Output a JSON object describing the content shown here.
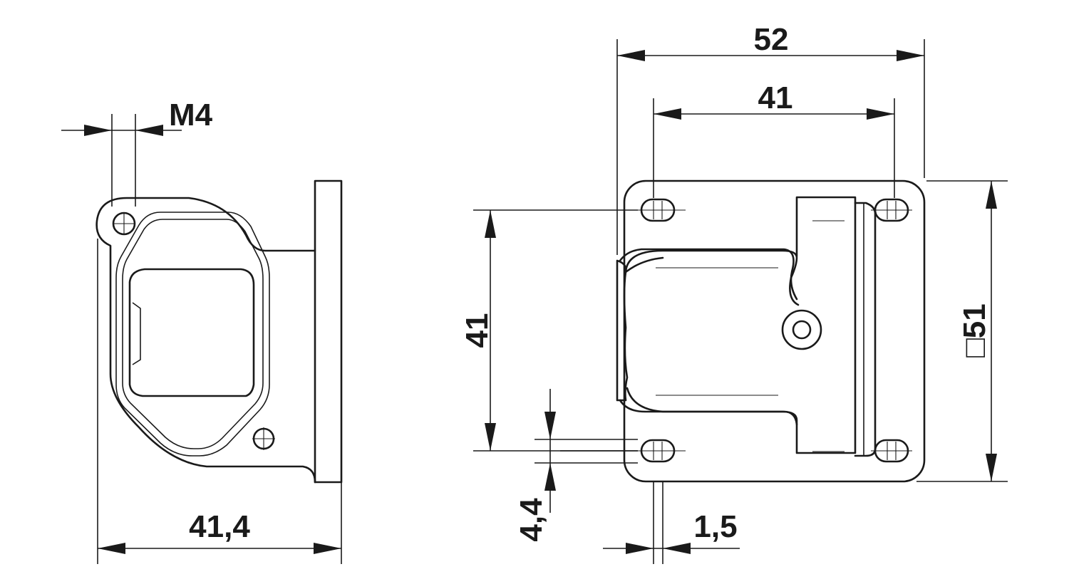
{
  "dimensions": {
    "thread": "M4",
    "depth": "41,4",
    "outer_width": "52",
    "hole_spacing_horizontal": "41",
    "hole_spacing_vertical": "41",
    "flange_square": "□51",
    "slot_width": "4,4",
    "gasket_thickness": "1,5"
  }
}
